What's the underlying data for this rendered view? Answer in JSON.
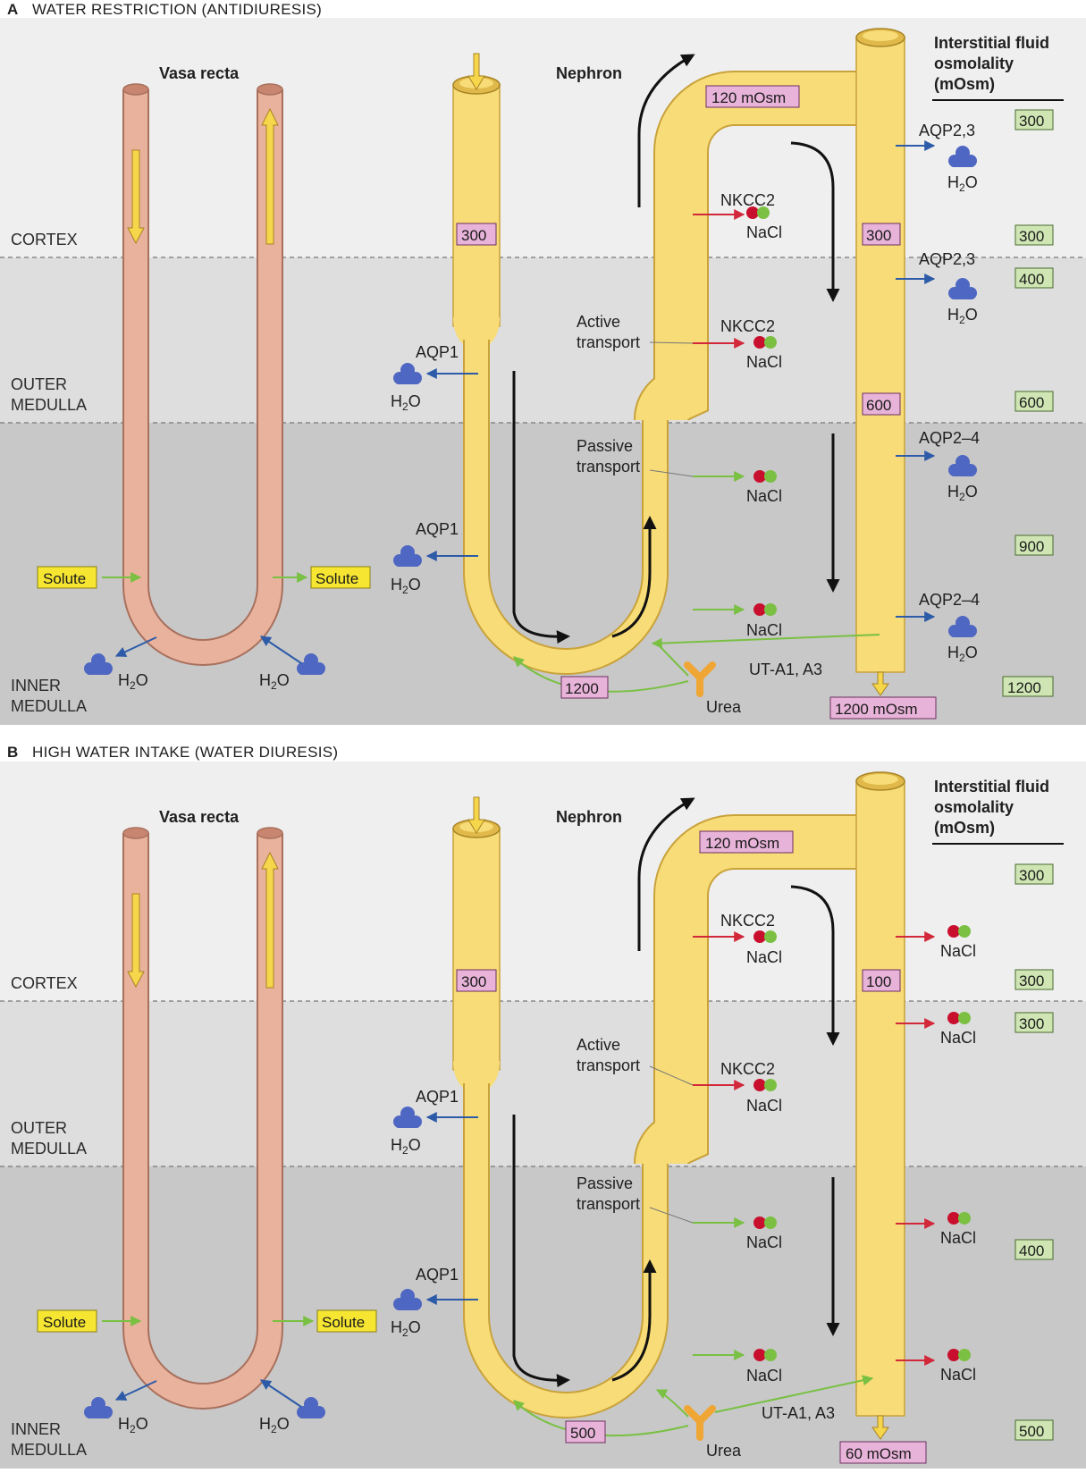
{
  "colors": {
    "cortex_bg": "#efefef",
    "outer_medulla_bg": "#dedede",
    "inner_medulla_bg": "#c8c8c8",
    "vasa_recta": "#e9b29c",
    "nephron": "#f7dc78",
    "nephron_dark": "#c9a23a",
    "pink_box": "#e8b3d9",
    "green_box": "#cfe6b4",
    "solute_box": "#f6e632",
    "blue_arrow": "#2d5ba8",
    "red_arrow": "#d2283a",
    "green_arrow": "#79c043",
    "water_icon": "#4e67c2",
    "urea_icon": "#f0a635"
  },
  "zones": {
    "cortex": "CORTEX",
    "outer_1": "OUTER",
    "outer_2": "MEDULLA",
    "inner_1": "INNER",
    "inner_2": "MEDULLA"
  },
  "common": {
    "vasa_recta": "Vasa recta",
    "nephron": "Nephron",
    "interstitial_1": "Interstitial fluid",
    "interstitial_2": "osmolality",
    "interstitial_3": "(mOsm)",
    "aqp1": "AQP1",
    "h2o_h": "H",
    "h2o_sub": "2",
    "h2o_o": "O",
    "nkcc2": "NKCC2",
    "nacl": "NaCl",
    "active_1": "Active",
    "active_2": "transport",
    "passive_1": "Passive",
    "passive_2": "transport",
    "ut": "UT-A1, A3",
    "urea": "Urea",
    "solute": "Solute"
  },
  "panel_a": {
    "letter": "A",
    "title": "WATER RESTRICTION (ANTIDIURESIS)",
    "tubule_values": {
      "top": "120 mOsm",
      "descending": "300",
      "collecting_cortex": "300",
      "collecting_medulla": "600",
      "loop_bottom": "1200",
      "urine": "1200 mOsm"
    },
    "interstitial_values": [
      "300",
      "300",
      "400",
      "600",
      "900",
      "1200"
    ],
    "collecting_labels": [
      "AQP2,3",
      "AQP2,3",
      "AQP2–4",
      "AQP2–4"
    ]
  },
  "panel_b": {
    "letter": "B",
    "title": "HIGH WATER INTAKE (WATER DIURESIS)",
    "tubule_values": {
      "top": "120 mOsm",
      "descending": "300",
      "collecting_cortex": "100",
      "loop_bottom": "500",
      "urine": "60 mOsm"
    },
    "interstitial_values": [
      "300",
      "300",
      "300",
      "400",
      "500"
    ]
  }
}
